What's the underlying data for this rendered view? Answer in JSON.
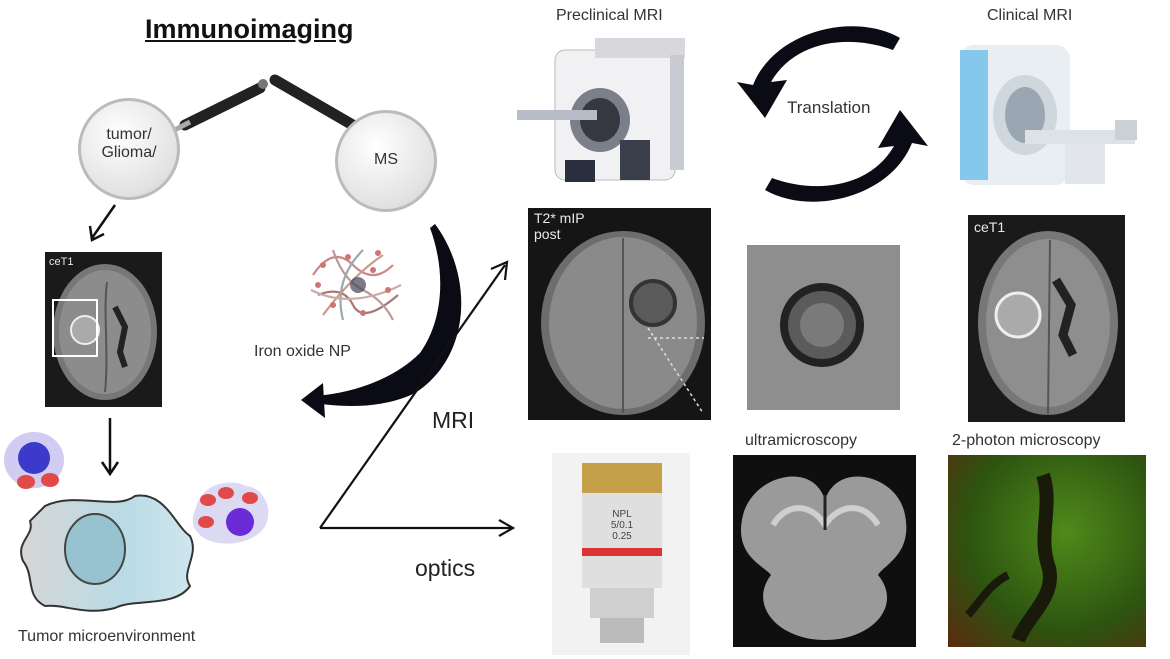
{
  "title": "Immunoimaging",
  "nodes": {
    "tumor": "tumor/\nGlioma/",
    "ms": "MS"
  },
  "labels": {
    "preclinical": "Preclinical MRI",
    "clinical": "Clinical MRI",
    "translation": "Translation",
    "iron_oxide": "Iron oxide NP",
    "mri": "MRI",
    "optics": "optics",
    "tumor_env": "Tumor microenvironment",
    "ultramicroscopy": "ultramicroscopy",
    "two_photon": "2-photon microscopy"
  },
  "panel_labels": {
    "cet1_small": "ceT1",
    "t2_mip": "T2* mIP\npost",
    "cet1_large": "ceT1"
  },
  "objective_text": "NPL\n5/0.1 0.25"
}
